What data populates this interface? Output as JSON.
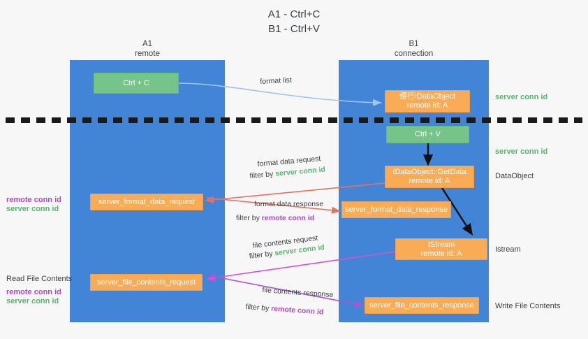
{
  "title": {
    "line1": "A1 - Ctrl+C",
    "line2": "B1 - Ctrl+V"
  },
  "columns": [
    {
      "id": "a1",
      "name": "A1",
      "role": "remote"
    },
    {
      "id": "b1",
      "name": "B1",
      "role": "connection"
    }
  ],
  "nodes": [
    {
      "id": "ctrl-c",
      "label": "Ctrl + C",
      "color": "#76c48a"
    },
    {
      "id": "idataobject",
      "line1": "侵行IDataObject",
      "line2": "remote id: A",
      "color": "#f9ab55"
    },
    {
      "id": "ctrl-v",
      "label": "Ctrl + V",
      "color": "#76c48a"
    },
    {
      "id": "idataobject-getdata",
      "line1": "IDataObject::GetData",
      "line2": "remote id: A",
      "color": "#f9ab55"
    },
    {
      "id": "server-format-data-request",
      "label": "server_format_data_request",
      "color": "#f9ab55"
    },
    {
      "id": "server-format-data-response",
      "label": "server_format_data_response",
      "color": "#f9ab55"
    },
    {
      "id": "istream",
      "line1": "IStream",
      "line2": "remote id: A",
      "color": "#f9ab55"
    },
    {
      "id": "server-file-contents-request",
      "label": "server_file_contents_request",
      "color": "#f9ab55"
    },
    {
      "id": "server-file-contents-response",
      "label": "server_file_contents_response",
      "color": "#f9ab55"
    }
  ],
  "edges": {
    "format_list": "format list",
    "format_data_request": "format data request",
    "format_data_request_filter_prefix": "filter by ",
    "format_data_request_filter_key": "server conn id",
    "format_data_response": "format data response",
    "format_data_response_filter_prefix": "filter by ",
    "format_data_response_filter_key": "remote conn id",
    "file_contents_request": "file contents request",
    "file_contents_request_filter_prefix": "filter by ",
    "file_contents_request_filter_key": "server conn id",
    "file_contents_response": "file contents response",
    "file_contents_response_filter_prefix": "filter by ",
    "file_contents_response_filter_key": "remote conn id"
  },
  "right_labels": [
    {
      "id": "server-conn-id-top",
      "text": "server conn id",
      "color": "#5ab46f"
    },
    {
      "id": "server-conn-id-mid",
      "text": "server conn id",
      "color": "#5ab46f"
    },
    {
      "id": "dataobject",
      "text": "DataObject",
      "color": "#3c4043"
    },
    {
      "id": "istream",
      "text": "Istream",
      "color": "#3c4043"
    },
    {
      "id": "write-file-contents",
      "text": "Write File Contents",
      "color": "#3c4043"
    }
  ],
  "left_labels": {
    "remote_conn_id_1": "remote conn id",
    "server_conn_id_1": "server conn id",
    "read_file_contents": "Read File Contents",
    "remote_conn_id_2": "remote conn id",
    "server_conn_id_2": "server conn id"
  },
  "colors": {
    "band": "#4285d6",
    "green_node": "#76c48a",
    "orange_node": "#f9ab55",
    "green_text": "#5ab46f",
    "purple_text": "#b248c8",
    "red_arrow": "#e8705f",
    "magenta_arrow": "#d94fd0",
    "purple_arrow": "#a855d6",
    "blue_arrow": "#9dc6ef",
    "dark_arrow": "#1a1a1a",
    "background": "#f7f7f7"
  }
}
